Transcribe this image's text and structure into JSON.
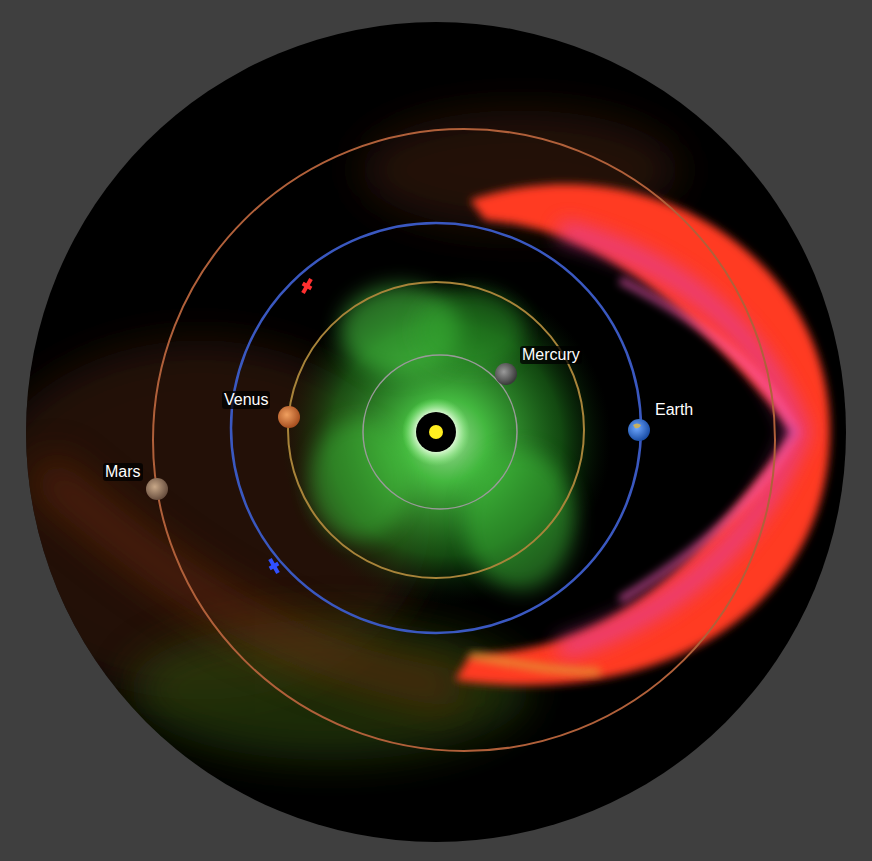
{
  "diagram": {
    "labels": [
      "Mercury",
      "Venus",
      "Earth",
      "Mars"
    ]
  }
}
